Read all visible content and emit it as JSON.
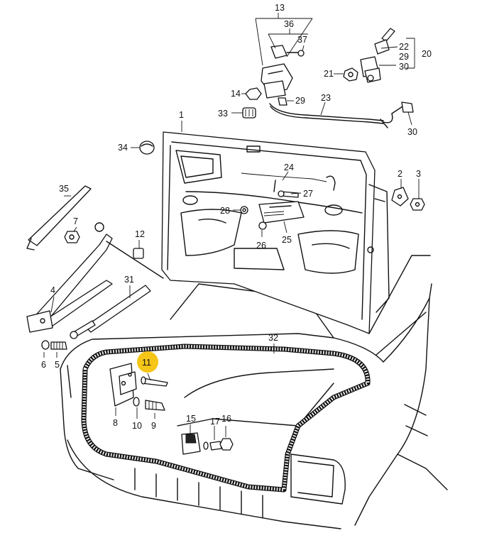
{
  "highlight_color": "#f5c518",
  "line_color": "#111111",
  "callouts": [
    {
      "id": "13",
      "text": "13"
    },
    {
      "id": "36",
      "text": "36"
    },
    {
      "id": "37",
      "text": "37"
    },
    {
      "id": "22",
      "text": "22"
    },
    {
      "id": "29a",
      "text": "29"
    },
    {
      "id": "20",
      "text": "20"
    },
    {
      "id": "30a",
      "text": "30"
    },
    {
      "id": "21",
      "text": "21"
    },
    {
      "id": "14",
      "text": "14"
    },
    {
      "id": "29b",
      "text": "29"
    },
    {
      "id": "23",
      "text": "23"
    },
    {
      "id": "33",
      "text": "33"
    },
    {
      "id": "30b",
      "text": "30"
    },
    {
      "id": "1",
      "text": "1"
    },
    {
      "id": "34",
      "text": "34"
    },
    {
      "id": "24",
      "text": "24"
    },
    {
      "id": "2",
      "text": "2"
    },
    {
      "id": "3",
      "text": "3"
    },
    {
      "id": "27",
      "text": "27"
    },
    {
      "id": "35",
      "text": "35"
    },
    {
      "id": "28",
      "text": "28"
    },
    {
      "id": "7",
      "text": "7"
    },
    {
      "id": "12",
      "text": "12"
    },
    {
      "id": "26",
      "text": "26"
    },
    {
      "id": "25",
      "text": "25"
    },
    {
      "id": "4",
      "text": "4"
    },
    {
      "id": "31",
      "text": "31"
    },
    {
      "id": "32",
      "text": "32"
    },
    {
      "id": "6",
      "text": "6"
    },
    {
      "id": "5",
      "text": "5"
    },
    {
      "id": "11",
      "text": "11"
    },
    {
      "id": "8",
      "text": "8"
    },
    {
      "id": "10",
      "text": "10"
    },
    {
      "id": "9",
      "text": "9"
    },
    {
      "id": "15",
      "text": "15"
    },
    {
      "id": "17",
      "text": "17"
    },
    {
      "id": "16",
      "text": "16"
    }
  ]
}
